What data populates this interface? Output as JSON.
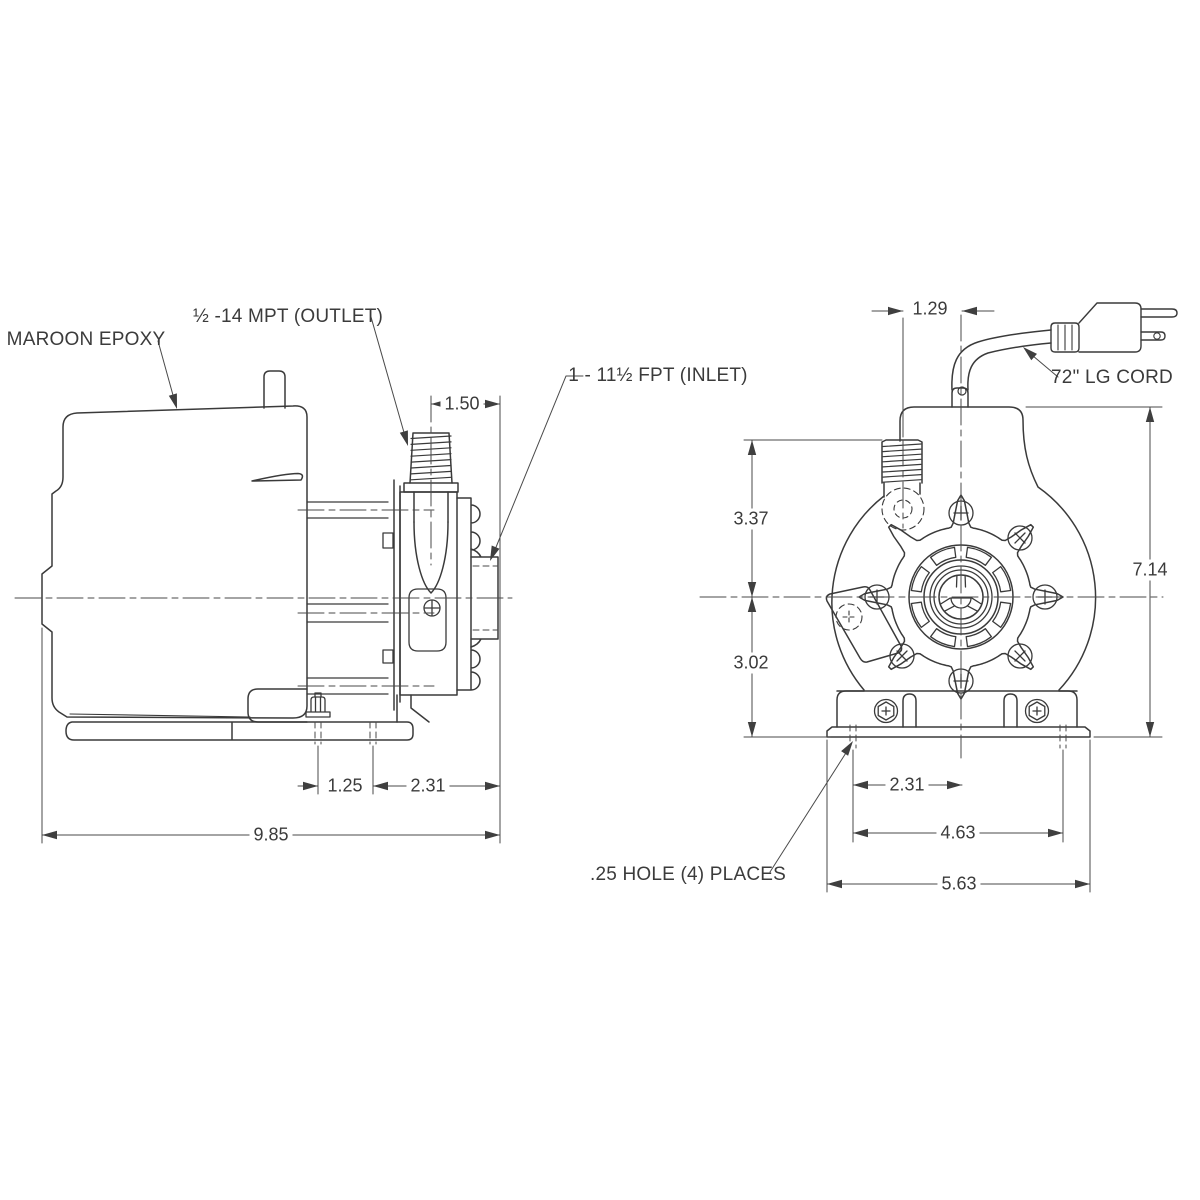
{
  "drawing": {
    "labels": {
      "maroon_epoxy": "MAROON EPOXY",
      "outlet": "½ -14 MPT (OUTLET)",
      "inlet": "1 - 11½ FPT (INLET)",
      "cord": "72\" LG CORD",
      "holes": ".25 HOLE (4) PLACES"
    },
    "dimensions": {
      "outlet_to_inlet_face": "1.50",
      "foot_hole_spacing": "1.25",
      "foot_hole_to_face": "2.31",
      "overall_length": "9.85",
      "cord_to_center": "1.29",
      "center_to_top": "3.37",
      "center_to_base": "3.02",
      "overall_height": "7.14",
      "base_hole_to_center": "2.31",
      "base_hole_spacing": "4.63",
      "base_width": "5.63"
    },
    "style": {
      "line_color": "#3a3a3a",
      "dim_line_color": "#4a4a4a",
      "background": "#ffffff"
    }
  }
}
